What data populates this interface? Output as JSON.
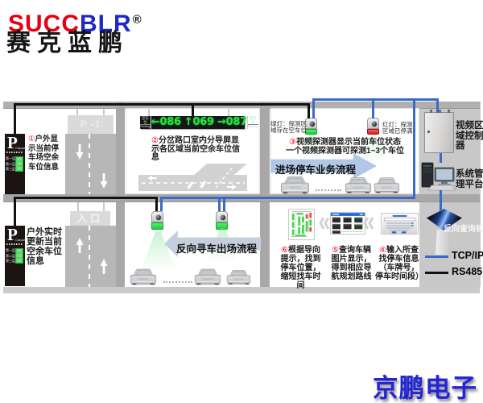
{
  "logo": {
    "en_red": "SUCC",
    "en_blue": "BLR",
    "reg": "®",
    "cn": "赛克蓝鹏"
  },
  "p_sign": {
    "letter": "P",
    "sub": "Carpark",
    "rows": [
      {
        "label": "第一层",
        "value": "88"
      },
      {
        "label": "第二层",
        "value": "88"
      },
      {
        "label": "第三层",
        "value": "88"
      }
    ]
  },
  "road_signs": {
    "level": "P -1",
    "entrance": "入口"
  },
  "led_display": {
    "tag_cn": "空车位",
    "tag_en": "Parking",
    "text": "←086 ↑069 →087"
  },
  "notes": {
    "n1_lines": [
      "①户外显",
      "示当前停",
      "车场空余",
      "车位信息"
    ],
    "n1b_lines": [
      "户外实时",
      "更新当前",
      "空余车位",
      "信息"
    ],
    "n2_lines": [
      "②分岔路口室内分导屏显",
      "示各区域当前空余车位信",
      "息"
    ],
    "n3_lines": [
      "③视频探测器显示当前车位状态",
      "一个视频探测器可探测1~3个车位"
    ],
    "green_cam_lines": [
      "绿灯：探测区",
      "域存在空车位"
    ],
    "red_cam_lines": [
      "红灯：探测",
      "区域已停满"
    ]
  },
  "flows": {
    "inbound": "进场停车业务流程",
    "outbound": "反向寻车出场流程"
  },
  "captions": {
    "c6_lines": [
      "⑥根据导向",
      "提示，找到",
      "停车位置，",
      "缩短找车时",
      "间"
    ],
    "c5_lines": [
      "⑤查询车辆",
      "图片显示，",
      "得到相应导",
      "航规划路线"
    ],
    "c4_lines": [
      "④输入所查",
      "找停车信息",
      "（车牌号，",
      "停车时间段）"
    ]
  },
  "devices": {
    "controller_lines": [
      "视频区",
      "域控制",
      "器"
    ],
    "platform_lines": [
      "系统管",
      "理平台"
    ],
    "kiosk": "反向查询机"
  },
  "legend": [
    {
      "label": "TCP/IP",
      "color": "#3a6bc6"
    },
    {
      "label": "RS485",
      "color": "#121212"
    }
  ],
  "watermark": "京鹏电子",
  "colors": {
    "brand_red": "#e60012",
    "brand_blue": "#2028c8",
    "cable_tcp": "#3a6bc6",
    "cable_rs485": "#121212",
    "led_green": "#25e641",
    "camera_green": "#2ecb4d",
    "camera_red": "#d92121",
    "watermark_blue": "#2324d6"
  }
}
